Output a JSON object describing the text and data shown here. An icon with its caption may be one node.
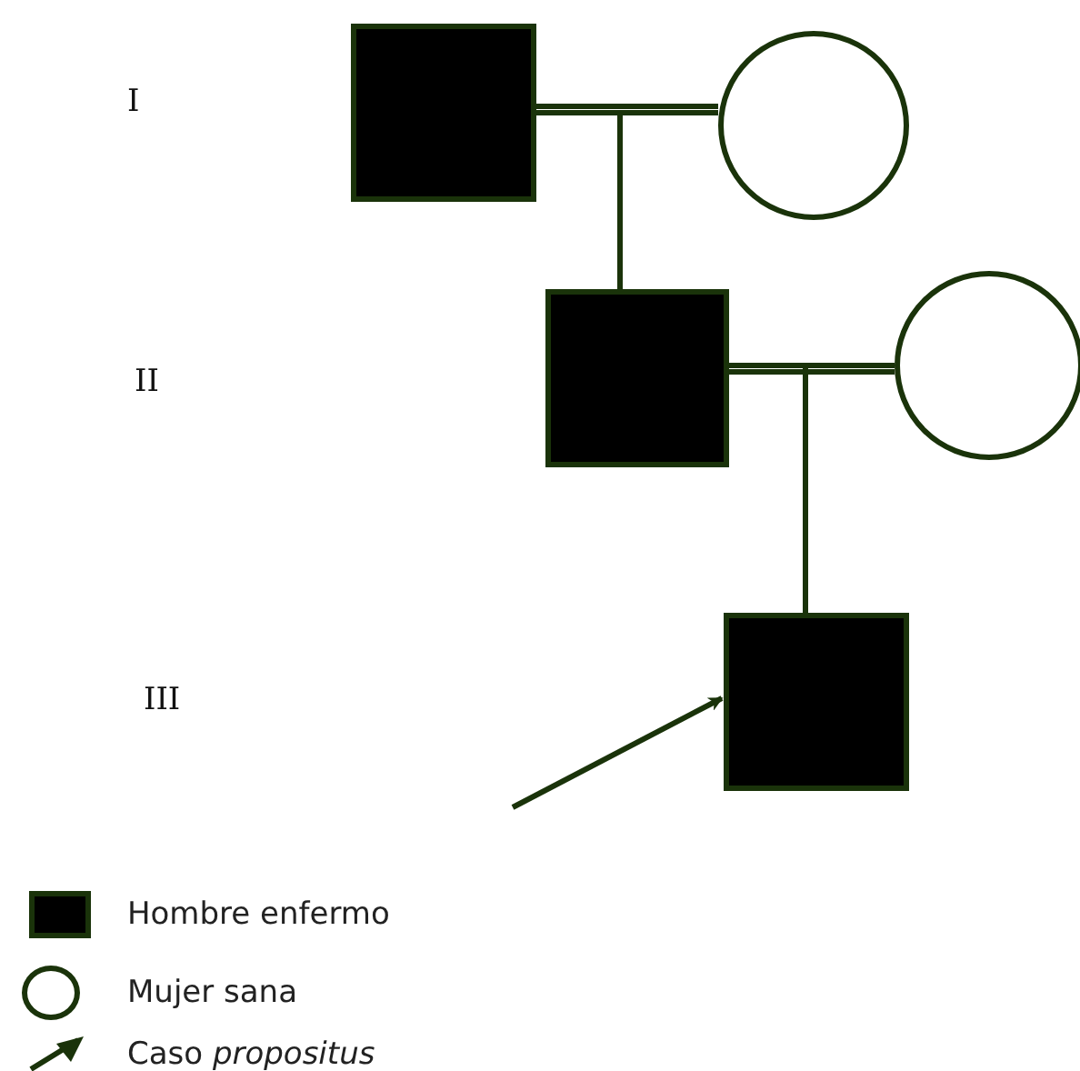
{
  "diagram": {
    "nodes": [
      {
        "text": [],
        "shape": "box"
      },
      {
        "text": [],
        "shape": "circle"
      },
      {
        "text": [],
        "shape": "box"
      },
      {
        "text": [],
        "shape": "circle"
      },
      {
        "text": [],
        "shape": "box"
      }
    ],
    "edges": [
      {
        "from": 0,
        "to": 1,
        "arrow": "none"
      },
      {
        "from": 0,
        "to": 2,
        "arrow": "none"
      },
      {
        "from": 1,
        "to": 2,
        "arrow": "none"
      },
      {
        "from": 2,
        "to": 3,
        "arrow": "none"
      },
      {
        "from": 2,
        "to": 4,
        "arrow": "none"
      },
      {
        "from": 3,
        "to": 4,
        "arrow": "none"
      },
      {
        "from": null,
        "to": 4,
        "arrow": "to"
      }
    ],
    "labels": [
      "I",
      "II",
      "III"
    ],
    "legend": [
      {
        "text": "Hombre enfermo",
        "color": "#000000"
      },
      {
        "text": "Mujer sana"
      },
      {
        "text": "Caso *propositus*"
      }
    ]
  }
}
